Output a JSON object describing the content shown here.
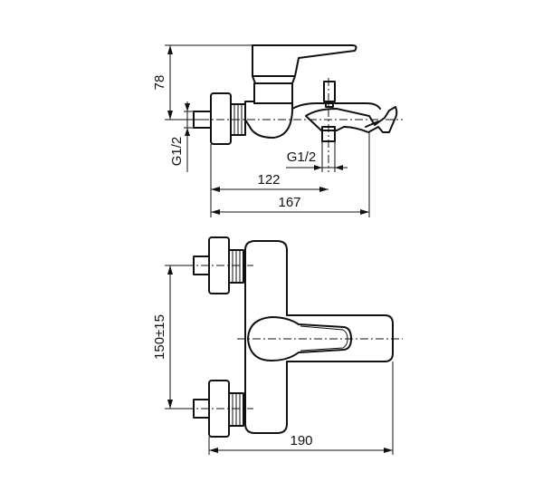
{
  "dimensions": {
    "height_valve": "78",
    "inlet_thread": "G1/2",
    "outlet_thread": "G1/2",
    "spout_offset": "122",
    "total_depth": "167",
    "inlet_spacing": "150±15",
    "total_width": "190"
  }
}
